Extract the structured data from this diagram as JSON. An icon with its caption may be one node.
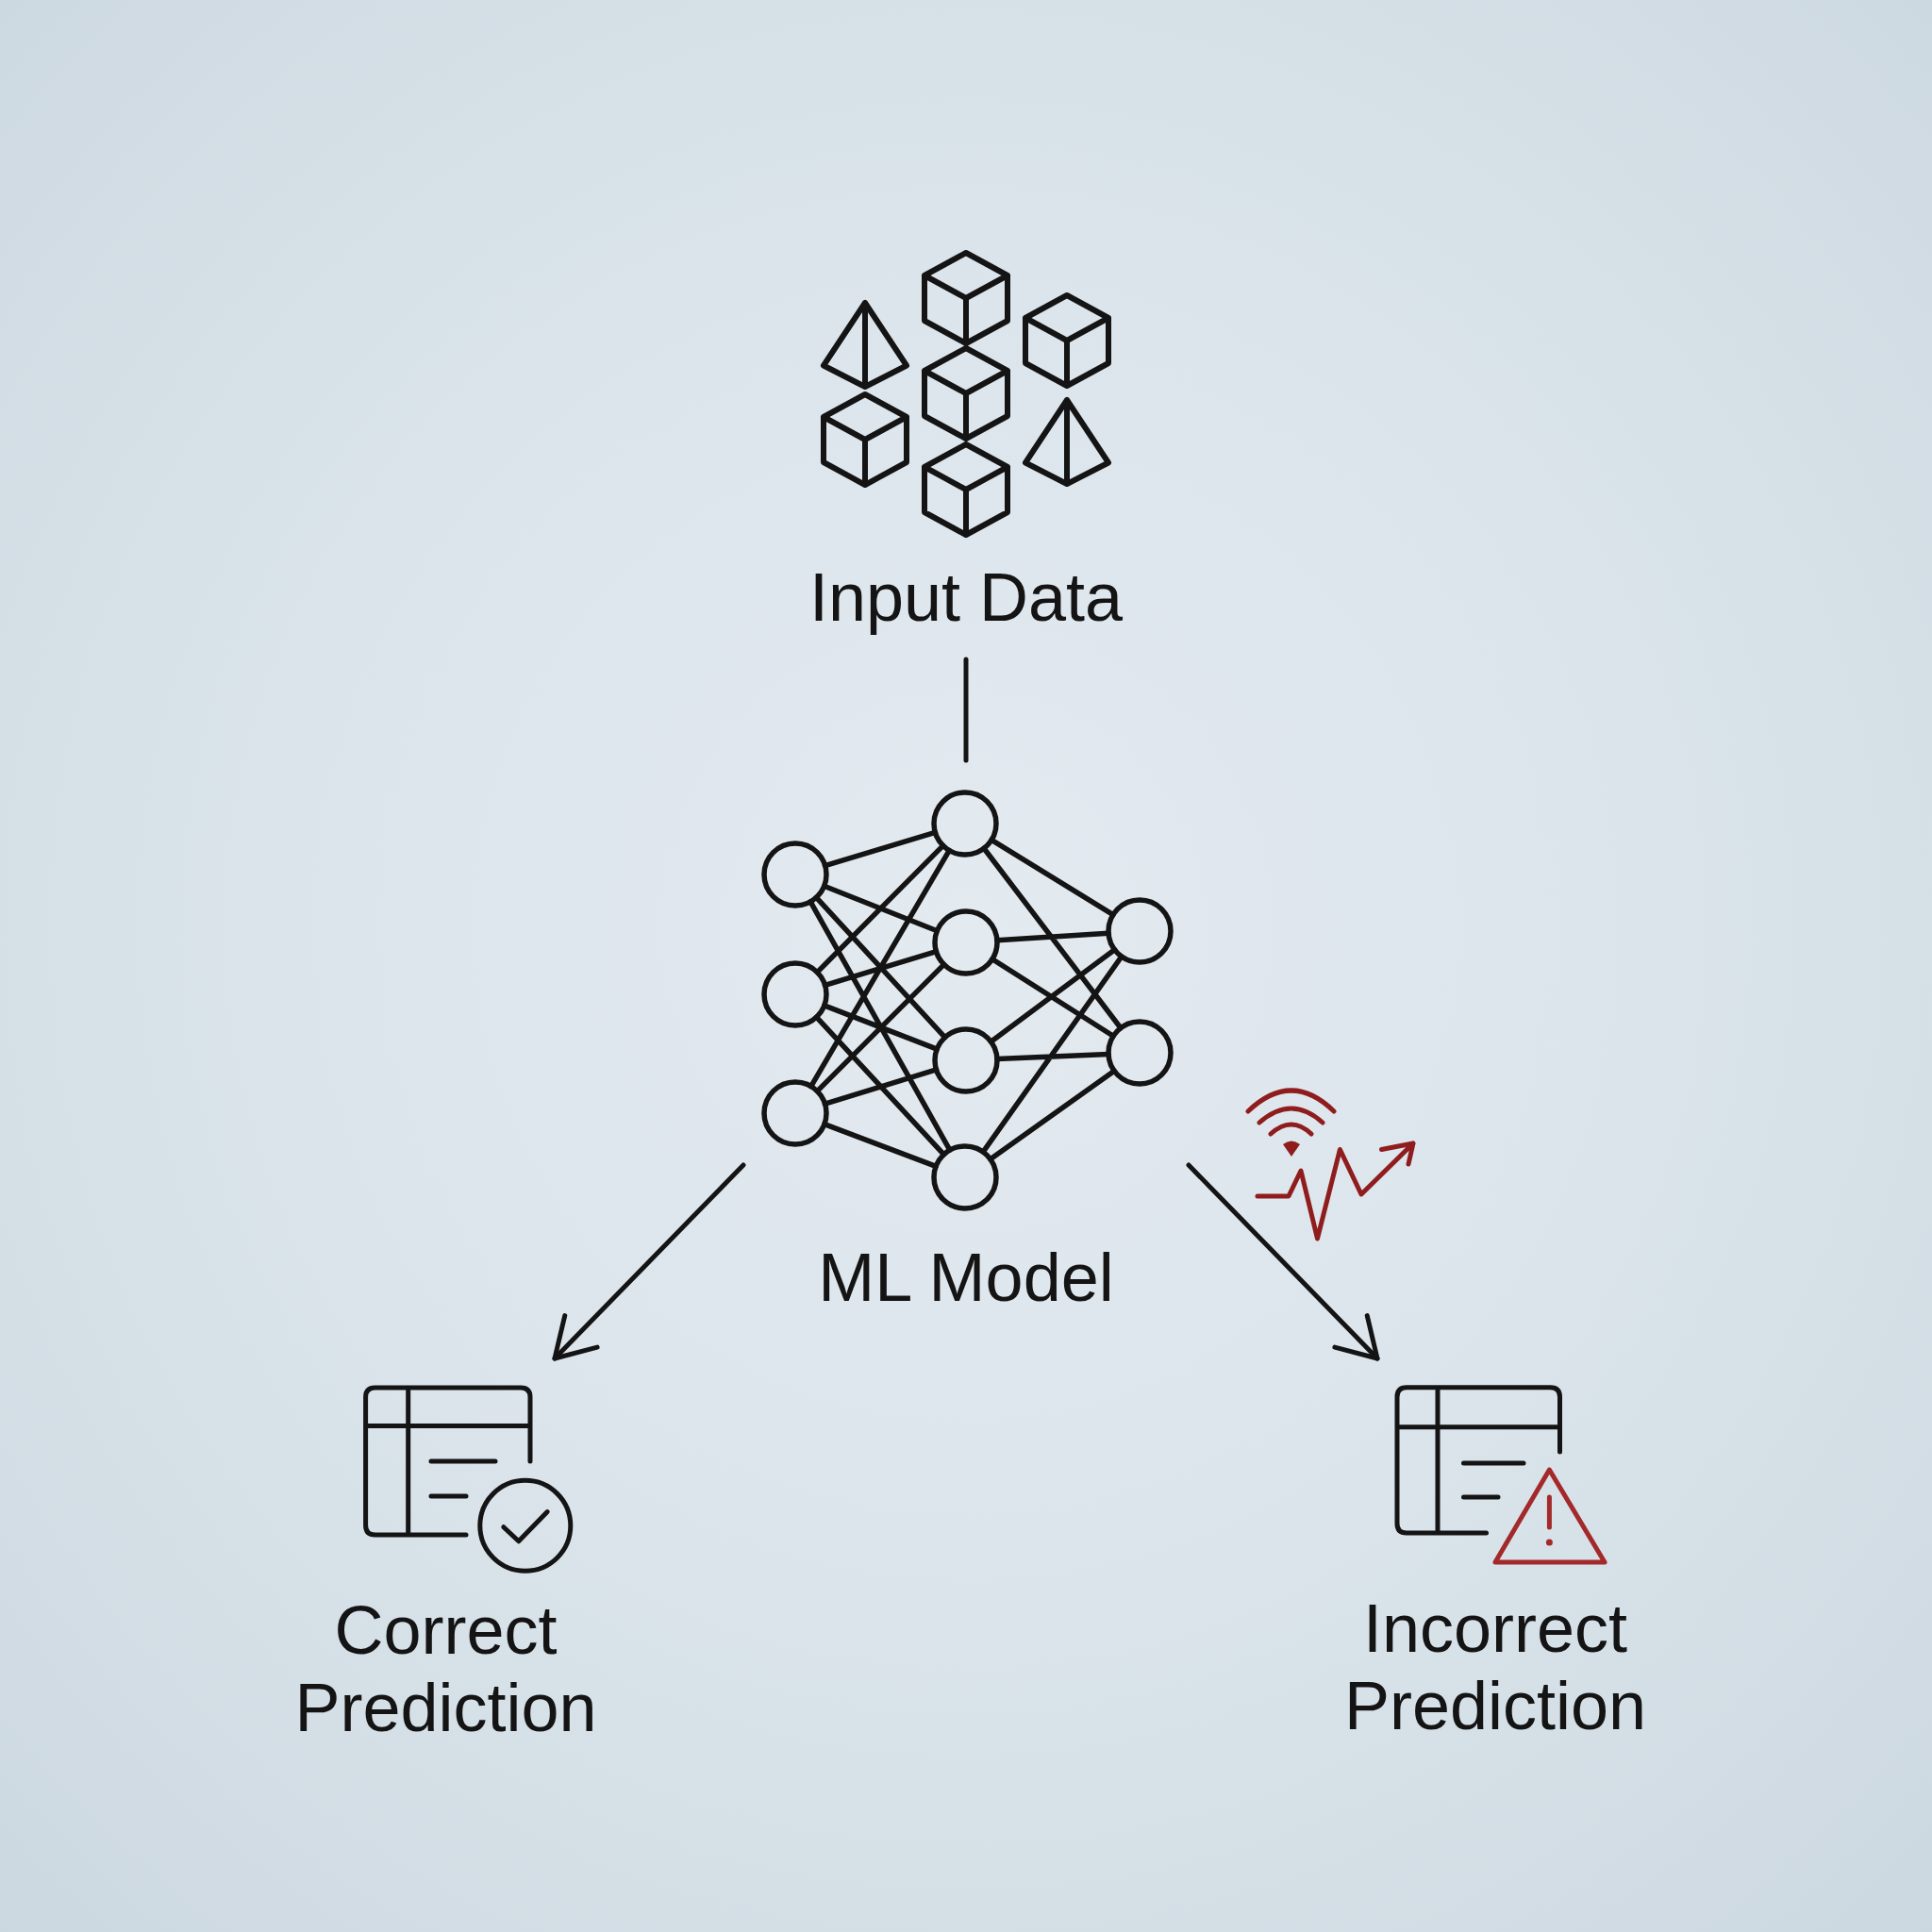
{
  "diagram": {
    "nodes": [
      {
        "text": [
          "Input Data"
        ]
      },
      {
        "text": [
          "ML Model"
        ]
      },
      {
        "text": [
          "Correct Prediction"
        ]
      },
      {
        "text": [
          "Incorrect Prediction"
        ]
      }
    ],
    "edges": [
      {
        "from": 0,
        "to": 1,
        "arrow": "none"
      },
      {
        "from": 1,
        "to": 2,
        "arrow": "to"
      },
      {
        "from": 1,
        "to": 3,
        "arrow": "to"
      }
    ]
  }
}
